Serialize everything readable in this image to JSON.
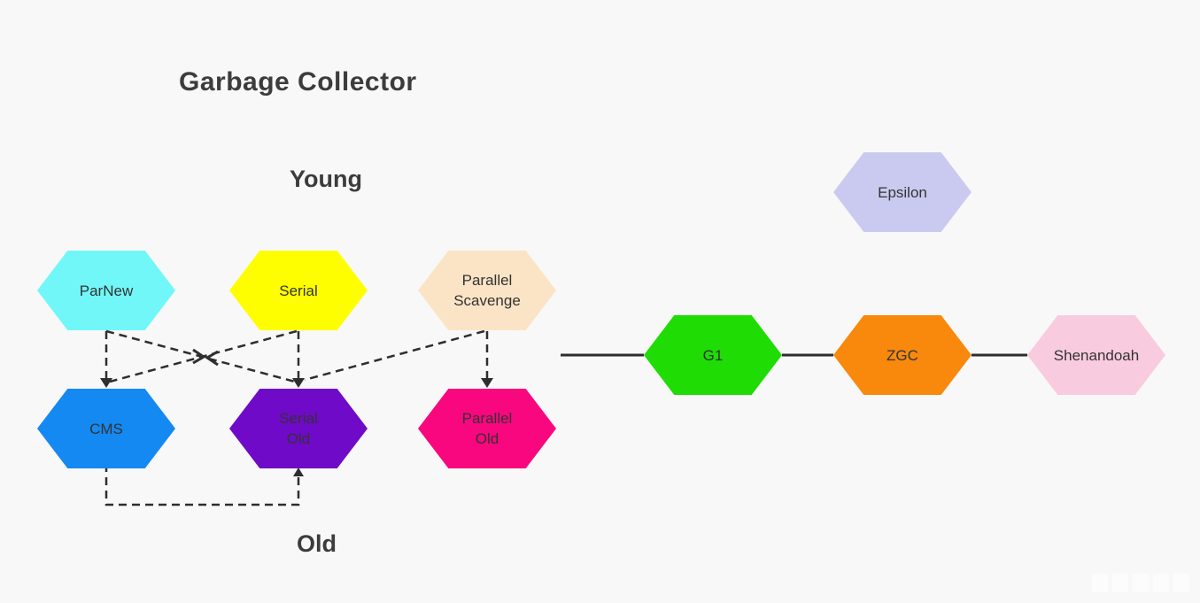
{
  "title": "Garbage Collector",
  "group_labels": {
    "young": "Young",
    "old": "Old"
  },
  "canvas": {
    "background": "#F8F8F8",
    "line_color": "#2E2E2E",
    "heading_color": "#3C3C3C",
    "node_text_color": "#333333"
  },
  "nodes": {
    "parnew": {
      "label": "ParNew",
      "color": "#71F7F7"
    },
    "serial": {
      "label": "Serial",
      "color": "#FEFE00"
    },
    "parallel_scavenge": {
      "label": "Parallel\nScavenge",
      "color": "#FBE4C6"
    },
    "epsilon": {
      "label": "Epsilon",
      "color": "#CACAF0"
    },
    "cms": {
      "label": "CMS",
      "color": "#1489F2"
    },
    "serial_old": {
      "label": "Serial\nOld",
      "color": "#6F0AC8"
    },
    "parallel_old": {
      "label": "Parallel\nOld",
      "color": "#F9077F"
    },
    "g1": {
      "label": "G1",
      "color": "#1EDC04"
    },
    "zgc": {
      "label": "ZGC",
      "color": "#F8890D"
    },
    "shenandoah": {
      "label": "Shenandoah",
      "color": "#F9CBDE"
    }
  },
  "edges": [
    {
      "from": "parnew",
      "to": "cms",
      "style": "dashed"
    },
    {
      "from": "parnew",
      "to": "serial_old",
      "style": "dashed"
    },
    {
      "from": "serial",
      "to": "cms",
      "style": "dashed"
    },
    {
      "from": "serial",
      "to": "serial_old",
      "style": "dashed"
    },
    {
      "from": "parallel_scavenge",
      "to": "serial_old",
      "style": "dashed"
    },
    {
      "from": "parallel_scavenge",
      "to": "parallel_old",
      "style": "dashed"
    },
    {
      "from": "cms",
      "to": "serial_old",
      "style": "dashed"
    },
    {
      "from": "open-end",
      "to": "g1",
      "style": "solid"
    },
    {
      "from": "g1",
      "to": "zgc",
      "style": "solid"
    },
    {
      "from": "zgc",
      "to": "shenandoah",
      "style": "solid"
    }
  ]
}
